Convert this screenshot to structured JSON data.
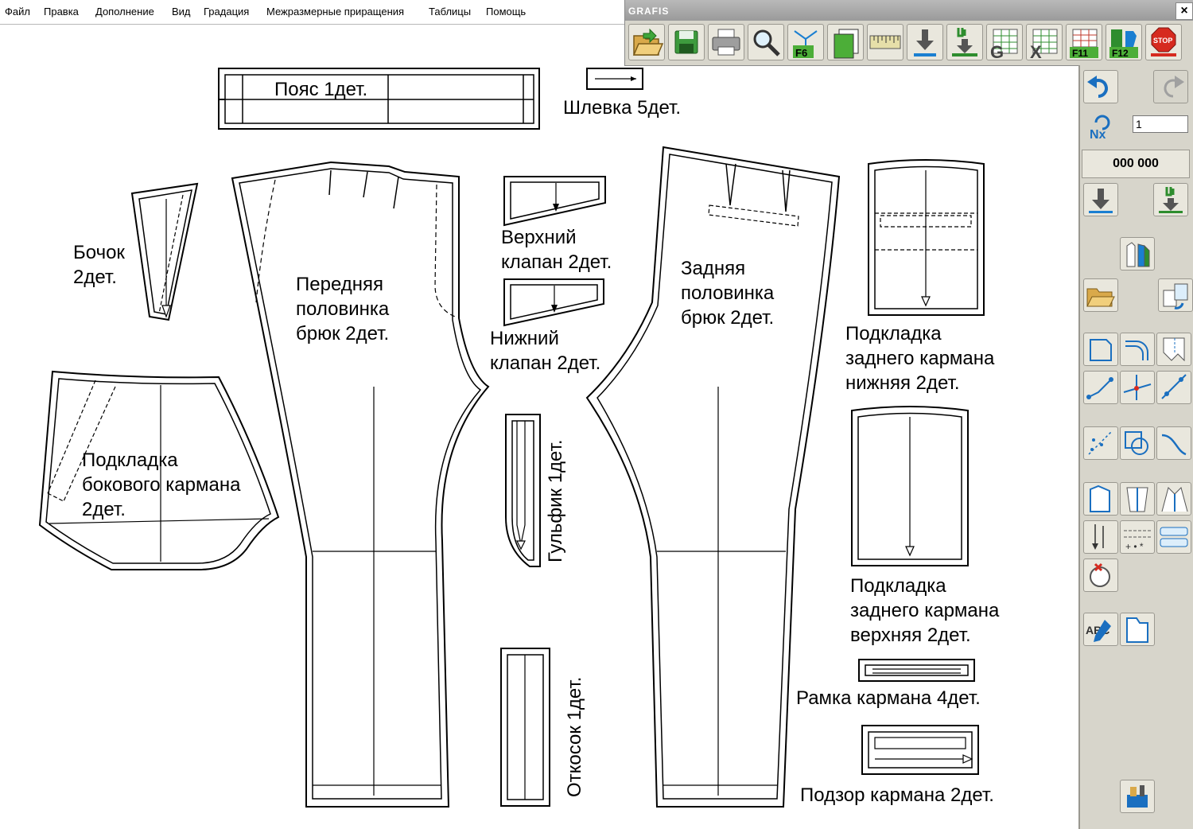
{
  "menu": [
    {
      "label": "Файл"
    },
    {
      "label": "Правка"
    },
    {
      "label": "Дополнение"
    },
    {
      "label": "Вид"
    },
    {
      "label": "Градация"
    },
    {
      "label": "Межразмерные приращения"
    },
    {
      "label": "Таблицы"
    },
    {
      "label": "Помощь"
    }
  ],
  "grafis": {
    "title": "GRAFIS",
    "close_label": "×",
    "toolbar": [
      {
        "icon": "open-folder-icon"
      },
      {
        "icon": "save-disk-icon"
      },
      {
        "icon": "printer-icon"
      },
      {
        "icon": "magnifier-icon"
      },
      {
        "icon": "f6-icon",
        "text": "F6"
      },
      {
        "icon": "pages-icon"
      },
      {
        "icon": "ruler-icon"
      },
      {
        "icon": "arrow-down-icon"
      },
      {
        "icon": "arrow-down-green-icon"
      },
      {
        "icon": "g-table-icon",
        "text": "G"
      },
      {
        "icon": "x-table-icon",
        "text": "X"
      },
      {
        "icon": "f11-icon",
        "text": "F11"
      },
      {
        "icon": "f12-icon",
        "text": "F12"
      },
      {
        "icon": "stop-icon",
        "text": "STOP"
      }
    ]
  },
  "side_panel": {
    "nx_label": "Nx",
    "nx_value": "1",
    "counter": "000 000",
    "abc_label": "ABC"
  },
  "pattern": {
    "belt": "Пояс 1дет.",
    "belt_loop": "Шлевка 5дет.",
    "side_piece": [
      "Бочок",
      "2дет."
    ],
    "front_half": [
      "Передняя",
      "половинка",
      "брюк 2дет."
    ],
    "upper_flap": [
      "Верхний",
      "клапан 2дет."
    ],
    "lower_flap": [
      "Нижний",
      "клапан 2дет."
    ],
    "back_half": [
      "Задняя",
      "половинка",
      "брюк 2дет."
    ],
    "back_pocket_lining_lower": [
      "Подкладка",
      "заднего кармана",
      "нижняя 2дет."
    ],
    "side_pocket_lining": [
      "Подкладка",
      "бокового кармана",
      "2дет."
    ],
    "fly": "Гульфик 1дет.",
    "back_pocket_lining_upper": [
      "Подкладка",
      "заднего кармана",
      "верхняя 2дет."
    ],
    "pocket_frame": "Рамка кармана 4дет.",
    "fly_facing": "Откосок 1дет.",
    "pocket_facing": "Подзор кармана 2дет."
  }
}
